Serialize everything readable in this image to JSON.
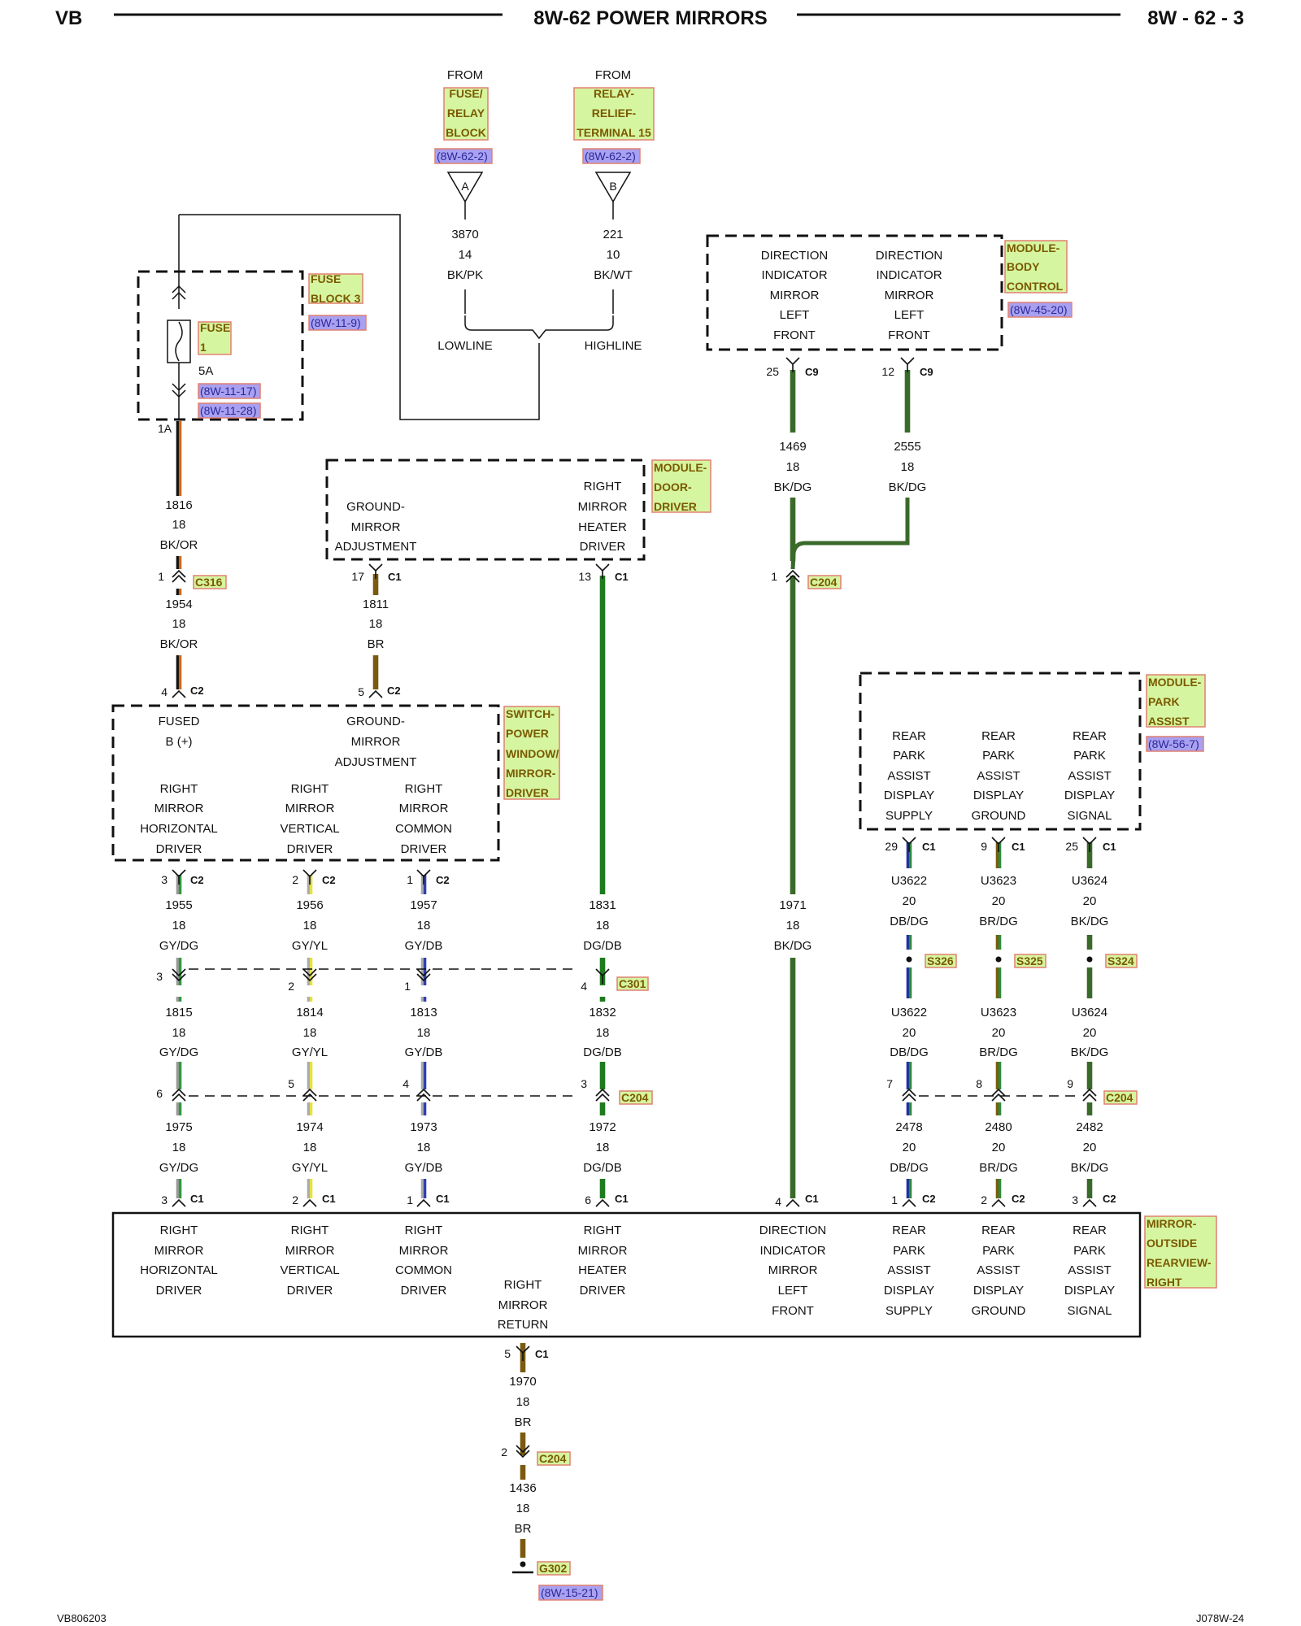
{
  "header": {
    "left": "VB",
    "title": "8W-62 POWER MIRRORS",
    "right": "8W - 62 - 3"
  },
  "footer": {
    "left": "VB806203",
    "right": "J078W-24"
  },
  "colors": {
    "BK/OR": [
      "#111111",
      "#c8691e"
    ],
    "BR": [
      "#7a5b10",
      "#7a5b10"
    ],
    "DG/DB": [
      "#1e7a1e",
      "#1e7a1e"
    ],
    "BK/DG": [
      "#3a6a2a",
      "#3a6a2a"
    ],
    "GY/DG": [
      "#999999",
      "#2e9a3e"
    ],
    "GY/YL": [
      "#aaaaaa",
      "#e8e040"
    ],
    "GY/DB": [
      "#aaaaaa",
      "#3040b0"
    ],
    "DB/DG": [
      "#2030a0",
      "#2e8a3e"
    ],
    "BR/DG": [
      "#7a5b10",
      "#2e8a3e"
    ]
  },
  "components": {
    "fuse_block": {
      "tag": [
        "FUSE",
        "BLOCK 3"
      ],
      "ref": "(8W-11-9)"
    },
    "fuse": {
      "tag": [
        "FUSE",
        "1"
      ],
      "rating": "5A",
      "refs": [
        "(8W-11-17)",
        "(8W-11-28)"
      ],
      "pin": "1A"
    },
    "from_a": {
      "from": "FROM",
      "tag": [
        "FUSE/",
        "RELAY",
        "BLOCK"
      ],
      "ref": "(8W-62-2)",
      "letter": "A"
    },
    "from_b": {
      "from": "FROM",
      "tag": [
        "RELAY-",
        "RELIEF-",
        "TERMINAL 15"
      ],
      "ref": "(8W-62-2)",
      "letter": "B"
    },
    "lowline": "LOWLINE",
    "highline": "HIGHLINE",
    "module_body": {
      "tag": [
        "MODULE-",
        "BODY",
        "CONTROL"
      ],
      "ref": "(8W-45-20)",
      "col1": [
        "DIRECTION",
        "INDICATOR",
        "MIRROR",
        "LEFT",
        "FRONT"
      ],
      "col2": [
        "DIRECTION",
        "INDICATOR",
        "MIRROR",
        "LEFT",
        "FRONT"
      ]
    },
    "module_door": {
      "tag": [
        "MODULE-",
        "DOOR-",
        "DRIVER"
      ],
      "col1": [
        "GROUND-",
        "MIRROR",
        "ADJUSTMENT"
      ],
      "col2": [
        "RIGHT",
        "MIRROR",
        "HEATER",
        "DRIVER"
      ]
    },
    "switch": {
      "tag": [
        "SWITCH-",
        "POWER",
        "WINDOW/",
        "MIRROR-",
        "DRIVER"
      ],
      "top1": [
        "FUSED",
        "B (+)"
      ],
      "top2": [
        "GROUND-",
        "MIRROR",
        "ADJUSTMENT"
      ],
      "b1": [
        "RIGHT",
        "MIRROR",
        "HORIZONTAL",
        "DRIVER"
      ],
      "b2": [
        "RIGHT",
        "MIRROR",
        "VERTICAL",
        "DRIVER"
      ],
      "b3": [
        "RIGHT",
        "MIRROR",
        "COMMON",
        "DRIVER"
      ]
    },
    "park_assist": {
      "tag": [
        "MODULE-",
        "PARK",
        "ASSIST"
      ],
      "ref": "(8W-56-7)",
      "c1": [
        "REAR",
        "PARK",
        "ASSIST",
        "DISPLAY",
        "SUPPLY"
      ],
      "c2": [
        "REAR",
        "PARK",
        "ASSIST",
        "DISPLAY",
        "GROUND"
      ],
      "c3": [
        "REAR",
        "PARK",
        "ASSIST",
        "DISPLAY",
        "SIGNAL"
      ]
    },
    "mirror": {
      "tag": [
        "MIRROR-",
        "OUTSIDE",
        "REARVIEW-",
        "RIGHT"
      ],
      "c1": [
        "RIGHT",
        "MIRROR",
        "HORIZONTAL",
        "DRIVER"
      ],
      "c2": [
        "RIGHT",
        "MIRROR",
        "VERTICAL",
        "DRIVER"
      ],
      "c3": [
        "RIGHT",
        "MIRROR",
        "COMMON",
        "DRIVER"
      ],
      "c4": [
        "RIGHT",
        "MIRROR",
        "RETURN"
      ],
      "c5": [
        "RIGHT",
        "MIRROR",
        "HEATER",
        "DRIVER"
      ],
      "c6": [
        "DIRECTION",
        "INDICATOR",
        "MIRROR",
        "LEFT",
        "FRONT"
      ],
      "c7": [
        "REAR",
        "PARK",
        "ASSIST",
        "DISPLAY",
        "SUPPLY"
      ],
      "c8": [
        "REAR",
        "PARK",
        "ASSIST",
        "DISPLAY",
        "GROUND"
      ],
      "c9": [
        "REAR",
        "PARK",
        "ASSIST",
        "DISPLAY",
        "SIGNAL"
      ]
    },
    "ground": {
      "tag": "G302",
      "ref": "(8W-15-21)"
    }
  },
  "wires": {
    "w3870": [
      "3870",
      "14",
      "BK/PK"
    ],
    "w221": [
      "221",
      "10",
      "BK/WT"
    ],
    "w1469": [
      "1469",
      "18",
      "BK/DG"
    ],
    "w2555": [
      "2555",
      "18",
      "BK/DG"
    ],
    "w1816": [
      "1816",
      "18",
      "BK/OR"
    ],
    "w1954": [
      "1954",
      "18",
      "BK/OR"
    ],
    "w1811": [
      "1811",
      "18",
      "BR"
    ],
    "w1955": [
      "1955",
      "18",
      "GY/DG"
    ],
    "w1956": [
      "1956",
      "18",
      "GY/YL"
    ],
    "w1957": [
      "1957",
      "18",
      "GY/DB"
    ],
    "w1831": [
      "1831",
      "18",
      "DG/DB"
    ],
    "w1971": [
      "1971",
      "18",
      "BK/DG"
    ],
    "wU3622a": [
      "U3622",
      "20",
      "DB/DG"
    ],
    "wU3623a": [
      "U3623",
      "20",
      "BR/DG"
    ],
    "wU3624a": [
      "U3624",
      "20",
      "BK/DG"
    ],
    "w1815": [
      "1815",
      "18",
      "GY/DG"
    ],
    "w1814": [
      "1814",
      "18",
      "GY/YL"
    ],
    "w1813": [
      "1813",
      "18",
      "GY/DB"
    ],
    "w1832": [
      "1832",
      "18",
      "DG/DB"
    ],
    "wU3622b": [
      "U3622",
      "20",
      "DB/DG"
    ],
    "wU3623b": [
      "U3623",
      "20",
      "BR/DG"
    ],
    "wU3624b": [
      "U3624",
      "20",
      "BK/DG"
    ],
    "w1975": [
      "1975",
      "18",
      "GY/DG"
    ],
    "w1974": [
      "1974",
      "18",
      "GY/YL"
    ],
    "w1973": [
      "1973",
      "18",
      "GY/DB"
    ],
    "w1972": [
      "1972",
      "18",
      "DG/DB"
    ],
    "w2478": [
      "2478",
      "20",
      "DB/DG"
    ],
    "w2480": [
      "2480",
      "20",
      "BR/DG"
    ],
    "w2482": [
      "2482",
      "20",
      "BK/DG"
    ],
    "w1970": [
      "1970",
      "18",
      "BR"
    ],
    "w1436": [
      "1436",
      "18",
      "BR"
    ]
  },
  "connectors": {
    "c9a": {
      "pin": "25",
      "name": "C9"
    },
    "c9b": {
      "pin": "12",
      "name": "C9"
    },
    "c316": {
      "pin": "1",
      "name": "C316"
    },
    "c204top": {
      "pin": "1",
      "name": "C204"
    },
    "door17": {
      "pin": "17",
      "name": "C1"
    },
    "door13": {
      "pin": "13",
      "name": "C1"
    },
    "sw4": {
      "pin": "4",
      "name": "C2"
    },
    "sw5": {
      "pin": "5",
      "name": "C2"
    },
    "sw3": {
      "pin": "3",
      "name": "C2"
    },
    "sw2": {
      "pin": "2",
      "name": "C2"
    },
    "sw1": {
      "pin": "1",
      "name": "C2"
    },
    "pa29": {
      "pin": "29",
      "name": "C1"
    },
    "pa9": {
      "pin": "9",
      "name": "C1"
    },
    "pa25": {
      "pin": "25",
      "name": "C1"
    },
    "c301": {
      "pins": [
        "3",
        "2",
        "1",
        "4"
      ],
      "name": "C301"
    },
    "splices": [
      "S326",
      "S325",
      "S324"
    ],
    "c204mid": {
      "pins": [
        "6",
        "5",
        "4",
        "3"
      ],
      "name": "C204"
    },
    "c204right": {
      "pins": [
        "7",
        "8",
        "9"
      ],
      "name": "C204"
    },
    "mir": {
      "pins": [
        "3",
        "2",
        "1",
        "6",
        "4",
        "1",
        "2",
        "3"
      ],
      "names": [
        "C1",
        "C1",
        "C1",
        "C1",
        "C1",
        "C2",
        "C2",
        "C2"
      ]
    },
    "mir5": {
      "pin": "5",
      "name": "C1"
    },
    "c204bot": {
      "pin": "2",
      "name": "C204"
    }
  }
}
